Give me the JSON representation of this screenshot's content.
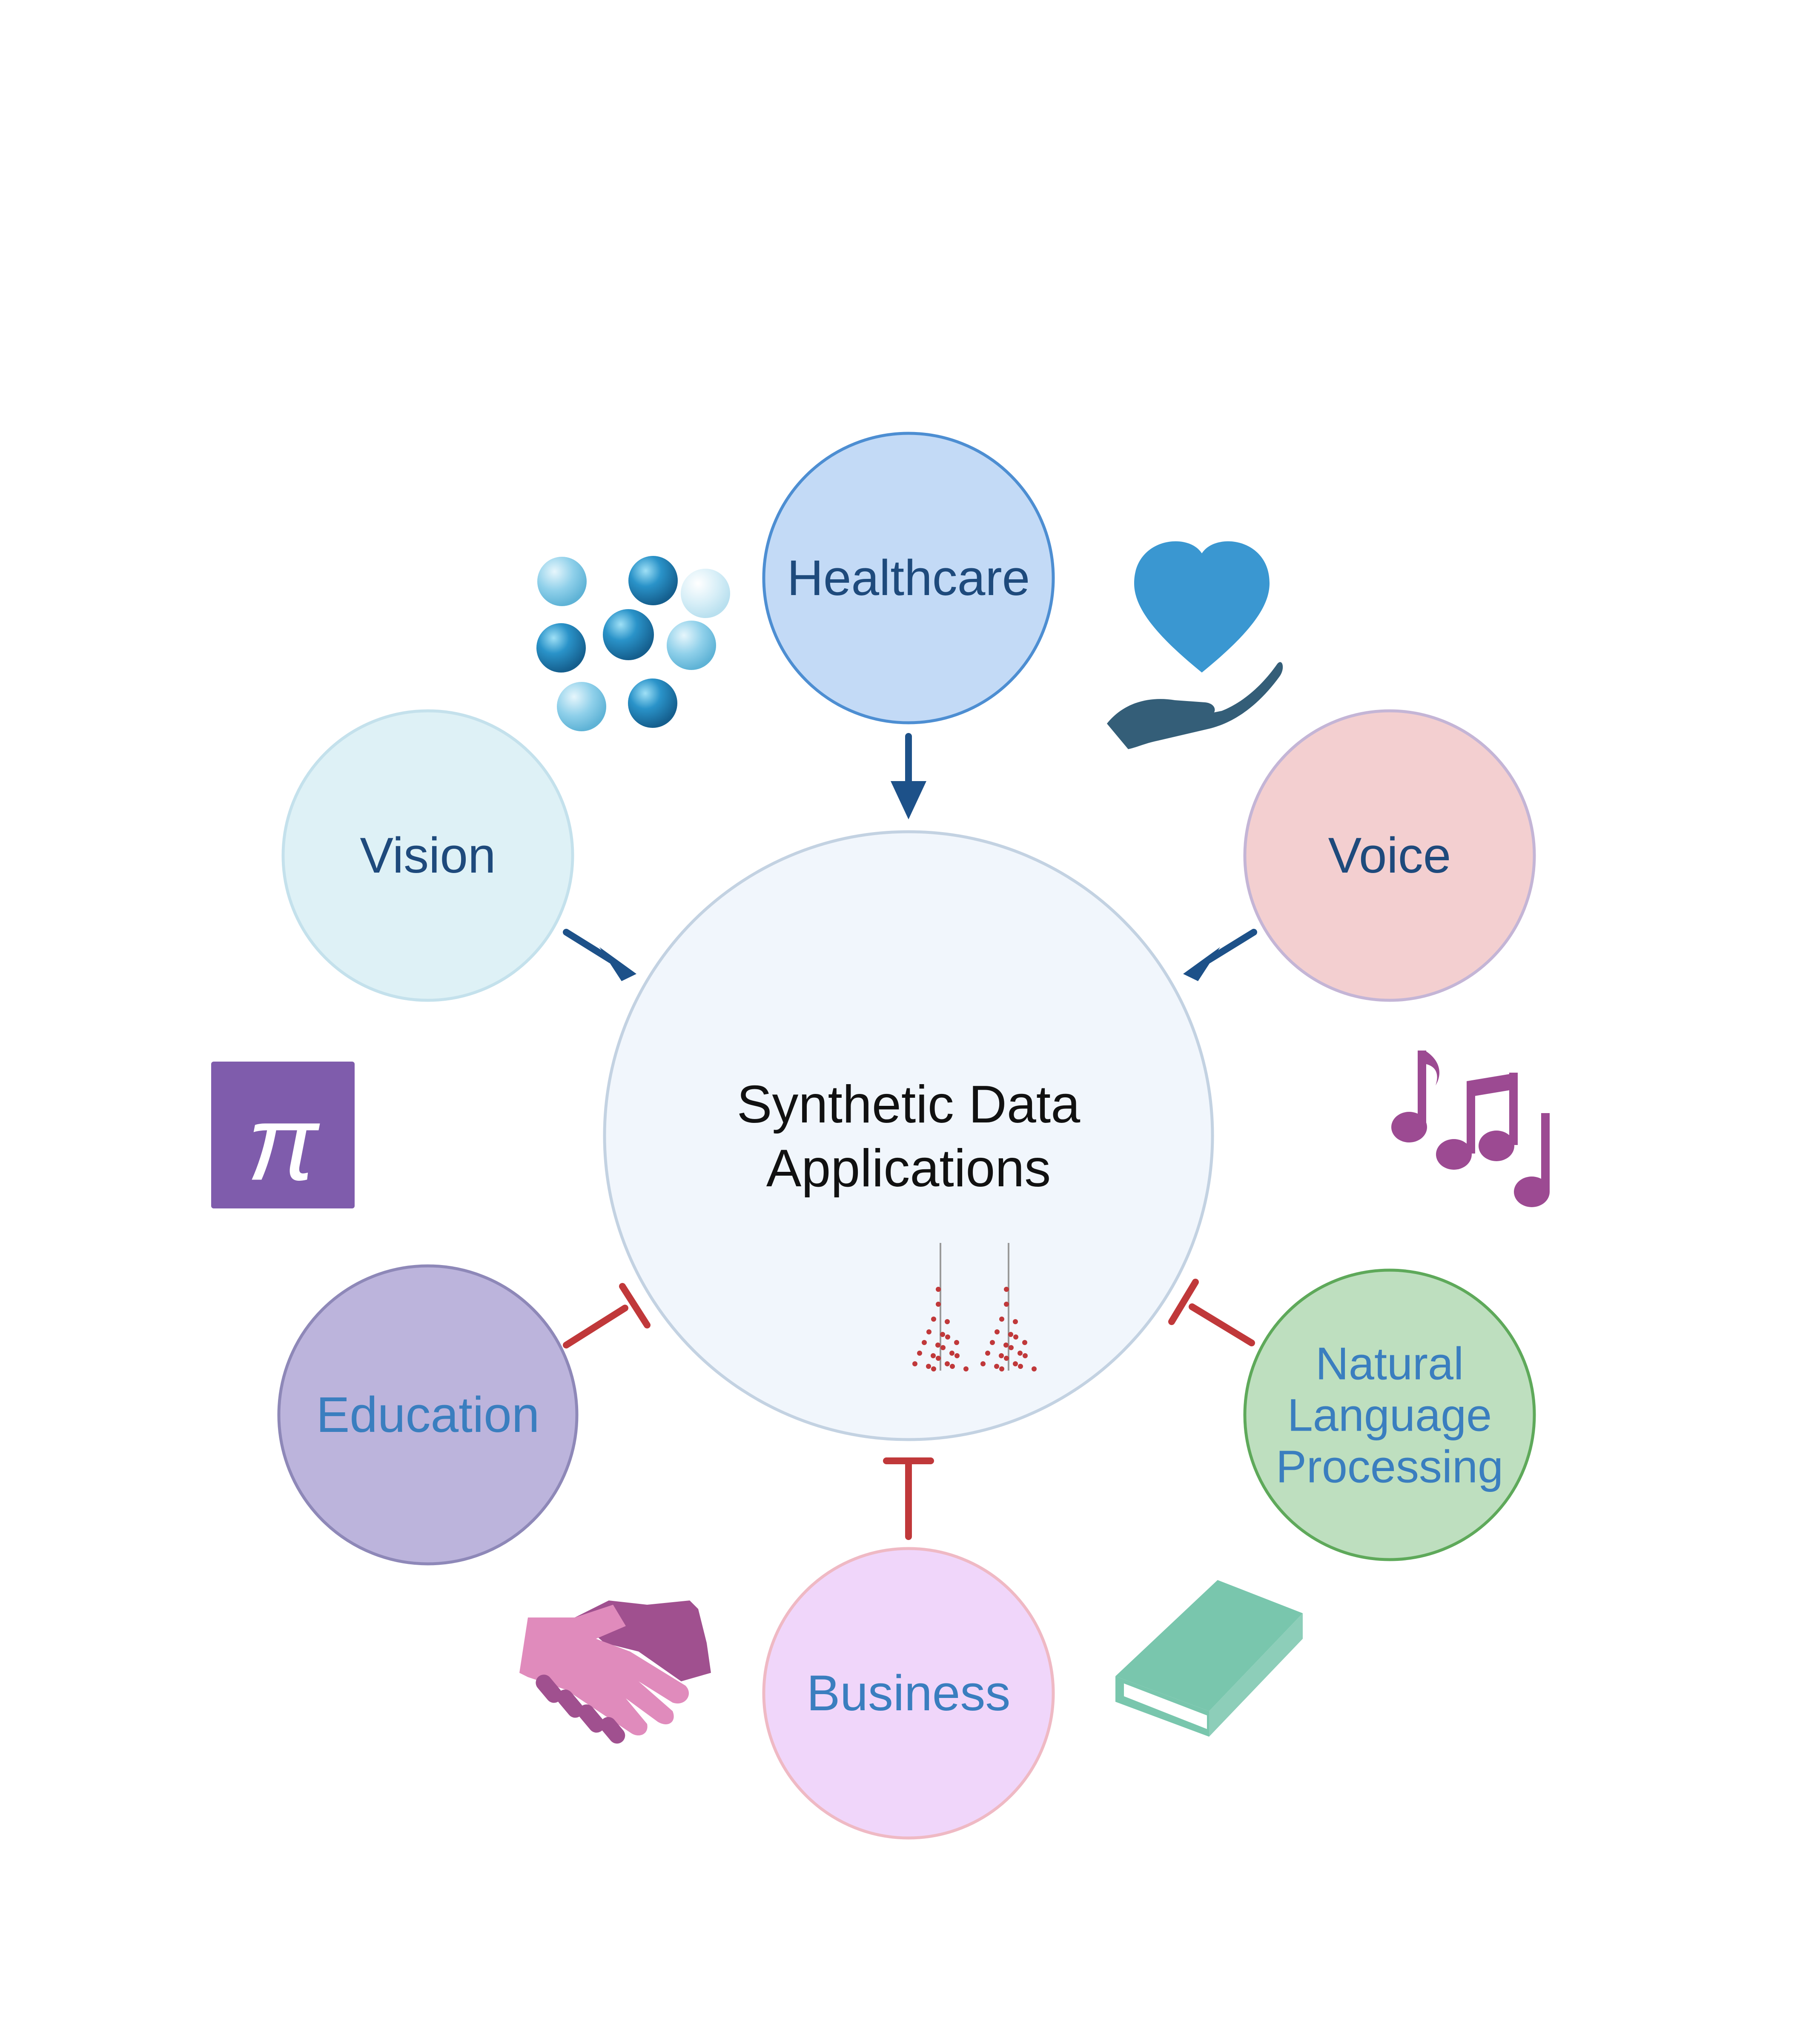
{
  "center": {
    "title_line1": "Synthetic Data",
    "title_line2": "Applications",
    "fill": "#f1f6fc",
    "stroke": "#c3d2e2",
    "text_color": "#111111"
  },
  "nodes": [
    {
      "key": "healthcare",
      "label": "Healthcare",
      "fill": "#c3daf6",
      "stroke": "#4d8ed2",
      "text_color": "#1e4a7c",
      "connector": "activation"
    },
    {
      "key": "voice",
      "label": "Voice",
      "fill": "#f3cfd0",
      "stroke": "#c4b5d6",
      "text_color": "#1e4a7c",
      "connector": "activation"
    },
    {
      "key": "nlp",
      "label_lines": [
        "Natural",
        "Language",
        "Processing"
      ],
      "fill": "#bedfbf",
      "stroke": "#5ea95a",
      "text_color": "#3a7ebf",
      "connector": "inhibition"
    },
    {
      "key": "business",
      "label": "Business",
      "fill": "#f0d6fa",
      "stroke": "#efb9c4",
      "text_color": "#3a7ebf",
      "connector": "inhibition"
    },
    {
      "key": "education",
      "label": "Education",
      "fill": "#bcb4dc",
      "stroke": "#8e88b8",
      "text_color": "#3a7ebf",
      "connector": "inhibition"
    },
    {
      "key": "vision",
      "label": "Vision",
      "fill": "#def1f6",
      "stroke": "#c4e1ec",
      "text_color": "#1e4a7c",
      "connector": "activation"
    }
  ],
  "connector_colors": {
    "activation": "#1d5189",
    "inhibition": "#c0383a"
  },
  "icons": {
    "molecules": {
      "name": "molecule-cluster-icon",
      "colors": [
        "#2a93c9",
        "#8fd0ea",
        "#d6eef7"
      ]
    },
    "heart_hand": {
      "name": "heart-in-hand-icon",
      "heart": "#3a97d1",
      "hand": "#345e78"
    },
    "music": {
      "name": "music-notes-icon",
      "color": "#9c4a92"
    },
    "pi": {
      "name": "pi-symbol-icon",
      "symbol": "π",
      "bg": "#7f5cac",
      "fg": "#ffffff"
    },
    "handshake": {
      "name": "handshake-icon",
      "light": "#e08bbc",
      "dark": "#a0508f"
    },
    "book": {
      "name": "book-icon",
      "color": "#79c6ad"
    },
    "scatter": {
      "name": "scatter-plot-icon",
      "color": "#c0383a"
    }
  }
}
